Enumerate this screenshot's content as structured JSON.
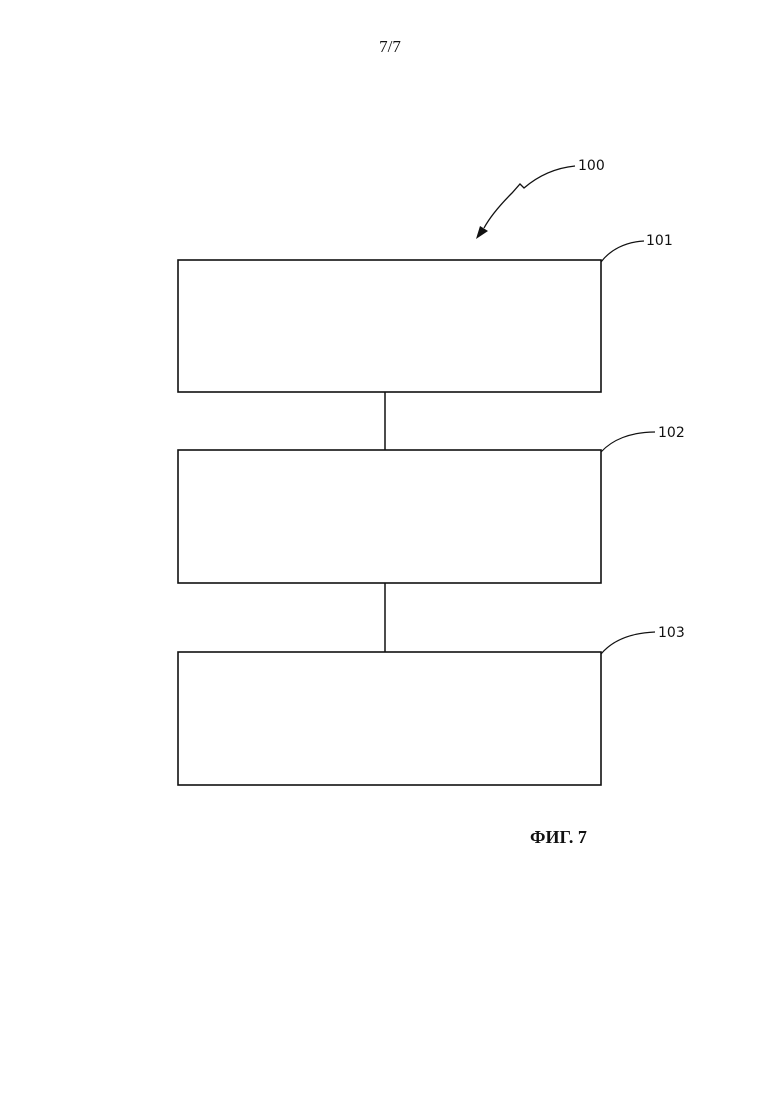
{
  "page": {
    "number": "7/7"
  },
  "diagram": {
    "overall_ref": "100",
    "blocks": [
      {
        "ref": "101"
      },
      {
        "ref": "102"
      },
      {
        "ref": "103"
      }
    ],
    "caption": "ФИГ. 7"
  }
}
